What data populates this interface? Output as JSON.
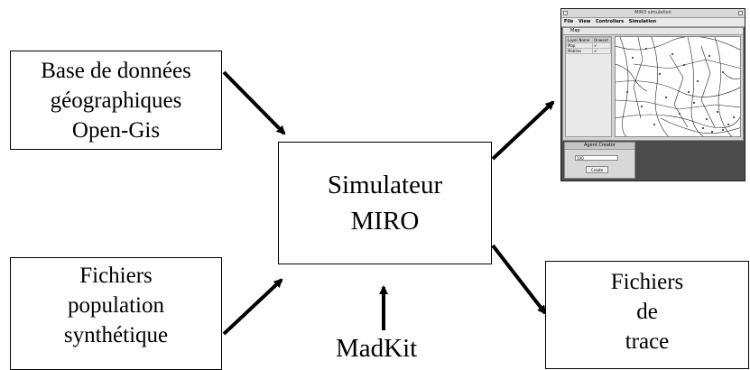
{
  "boxes": {
    "database": [
      "Base de données",
      "géographiques",
      "Open-Gis"
    ],
    "simulator": [
      "Simulateur",
      "MIRO"
    ],
    "population": [
      "Fichiers",
      "population",
      "synthétique"
    ],
    "trace": [
      "Fichiers",
      "de",
      "trace"
    ]
  },
  "madkit_label": "MadKit",
  "screenshot": {
    "window_title": "MIRO simulation",
    "menu": [
      "File",
      "View",
      "Controllers",
      "Simulation"
    ],
    "map_title": "Map",
    "layer_table": {
      "headers": [
        "Layer Name",
        "Onward"
      ],
      "rows": [
        [
          "Map",
          "✔"
        ],
        [
          "Mobiles",
          "✔"
        ]
      ]
    },
    "agent_creator": {
      "title": "Agent Creator",
      "input_value": "100",
      "button_label": "Create"
    }
  },
  "colors": {
    "line": "#000000",
    "background": "#ffffff",
    "window_bg": "#4b4b4b"
  }
}
